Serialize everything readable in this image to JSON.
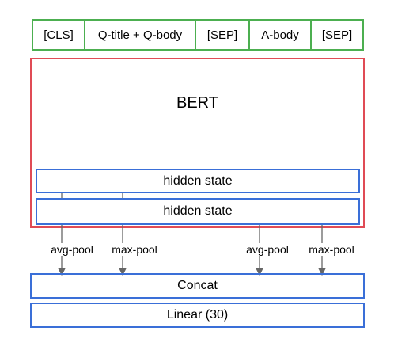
{
  "input_tokens": [
    {
      "label": "[CLS]"
    },
    {
      "label": "Q-title + Q-body"
    },
    {
      "label": "[SEP]"
    },
    {
      "label": "A-body"
    },
    {
      "label": "[SEP]"
    }
  ],
  "bert": {
    "title": "BERT"
  },
  "hidden_states": [
    {
      "label": "hidden state"
    },
    {
      "label": "hidden state"
    }
  ],
  "pool_labels": [
    {
      "label": "avg-pool"
    },
    {
      "label": "max-pool"
    },
    {
      "label": "avg-pool"
    },
    {
      "label": "max-pool"
    }
  ],
  "concat": {
    "label": "Concat"
  },
  "linear": {
    "label": "Linear (30)"
  },
  "colors": {
    "token_border": "#4caf50",
    "bert_border": "#e04b55",
    "layer_border": "#3a6fd8",
    "arrow": "#666666"
  }
}
